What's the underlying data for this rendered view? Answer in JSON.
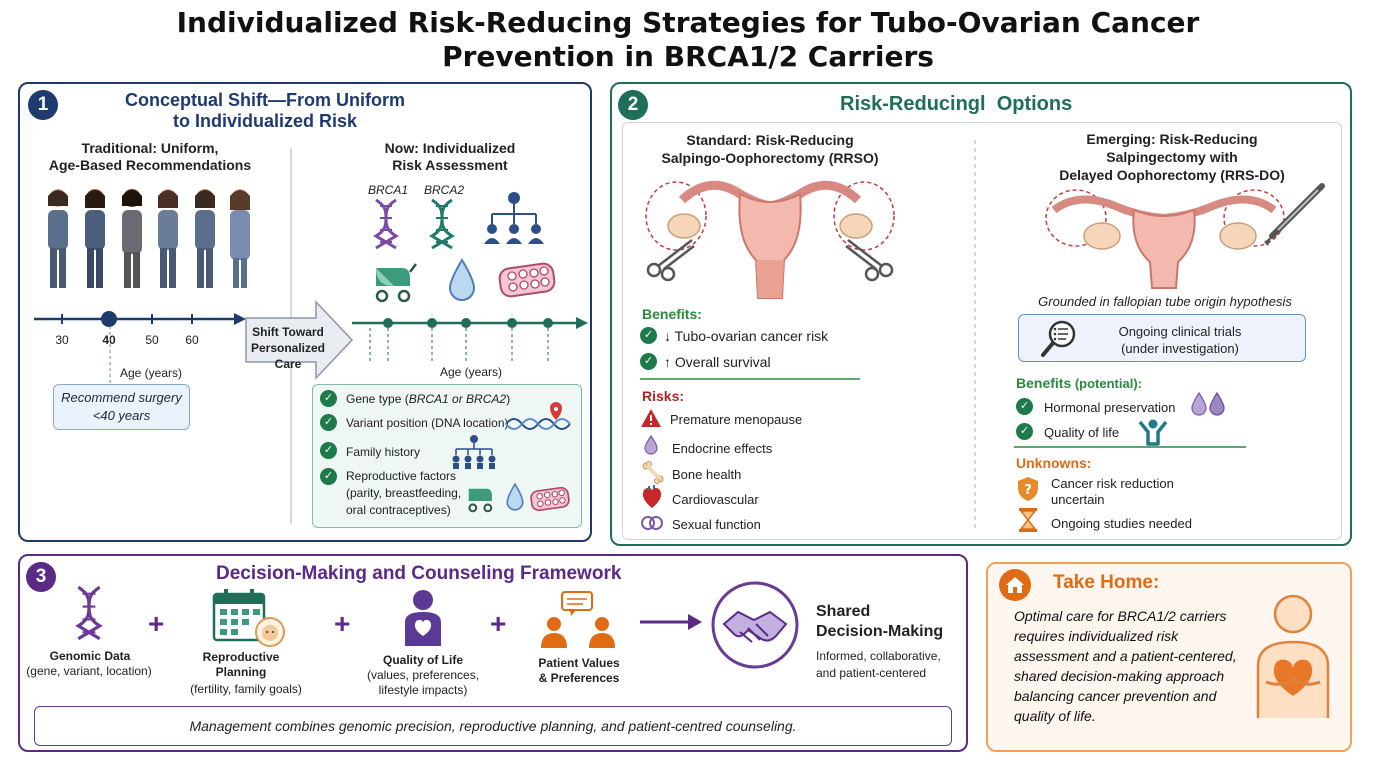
{
  "title": {
    "line1": "Individualized Risk-Reducing Strategies for Tubo-Ovarian Cancer",
    "line2": "Prevention in BRCA1/2 Carriers"
  },
  "panel1": {
    "number": "1",
    "heading_line1": "Conceptual Shift—From Uniform",
    "heading_line2": "to Individualized Risk",
    "traditional_line1": "Traditional: Uniform,",
    "traditional_line2": "Age-Based Recommendations",
    "now_line1": "Now: Individualized",
    "now_line2": "Risk Assessment",
    "brca1": "BRCA1",
    "brca2": "BRCA2",
    "ticks": [
      "30",
      "40",
      "50",
      "60"
    ],
    "age_label": "Age (years)",
    "age_label_right": "Age (years)",
    "recommend_line1": "Recommend surgery",
    "recommend_line2": "<40 years",
    "shift_line1": "Shift Toward",
    "shift_line2": "Personalized Care",
    "factors": {
      "gene_prefix": "Gene type (",
      "gene_italic": "BRCA1 or BRCA2",
      "gene_suffix": ")",
      "variant": "Variant position (DNA location)",
      "family": "Family history",
      "repro_line1": "Reproductive factors",
      "repro_line2": "(parity, breastfeeding,",
      "repro_line3": "oral contraceptives)"
    }
  },
  "panel2": {
    "number": "2",
    "heading": "Risk-Reducingl  Options",
    "standard_line1": "Standard: Risk-Reducing",
    "standard_line2": "Salpingo-Oophorectomy (RRSO)",
    "emerging_line1": "Emerging: Risk-Reducing",
    "emerging_line2": "Salpingectomy with",
    "emerging_line3": "Delayed Oophorectomy (RRS-DO)",
    "benefits_label": "Benefits:",
    "benefits": [
      "↓ Tubo-ovarian cancer risk",
      "↑ Overall survival"
    ],
    "risks_label": "Risks:",
    "risks": [
      "Premature menopause",
      "Endocrine effects",
      "Bone health",
      "Cardiovascular",
      "Sexual function"
    ],
    "grounded": "Grounded in fallopian tube origin hypothesis",
    "trials_line1": "Ongoing clinical trials",
    "trials_line2": "(under investigation)",
    "benefits_potential_label": "Benefits",
    "benefits_potential_suffix": " (potential):",
    "benefits_potential": [
      "Hormonal preservation",
      "Quality of life"
    ],
    "unknowns_label": "Unknowns:",
    "unknowns_line1": "Cancer risk reduction",
    "unknowns_line2": "uncertain",
    "unknowns_2": "Ongoing studies needed"
  },
  "panel3": {
    "number": "3",
    "heading": "Decision-Making and Counseling Framework",
    "genomic_title": "Genomic Data",
    "genomic_sub": "(gene, variant, location)",
    "repro_title_line1": "Reproductive",
    "repro_title_line2": "Planning",
    "repro_sub": "(fertility, family goals)",
    "qol_title": "Quality of Life",
    "qol_sub_line1": "(values, preferences,",
    "qol_sub_line2": "lifestyle impacts)",
    "values_title_line1": "Patient Values",
    "values_title_line2": "& Preferences",
    "plus": "+",
    "shared_line1": "Shared",
    "shared_line2": "Decision-Making",
    "shared_sub_line1": "Informed, collaborative,",
    "shared_sub_line2": "and patient-centered",
    "summary": "Management combines genomic precision, reproductive planning, and patient-centred counseling."
  },
  "takehome": {
    "heading": "Take Home:",
    "line1": "Optimal care for BRCA1/2 carriers",
    "line2": "requires individualized risk",
    "line3": "assessment and a patient-centered,",
    "line4": "shared decision-making approach",
    "line5": "balancing cancer prevention and",
    "line6": "quality of life."
  },
  "colors": {
    "navy": "#1e3a6e",
    "teal": "#1f6e5a",
    "purple": "#5b2a86",
    "orange": "#e06b15",
    "green_check": "#1f7a4a"
  }
}
